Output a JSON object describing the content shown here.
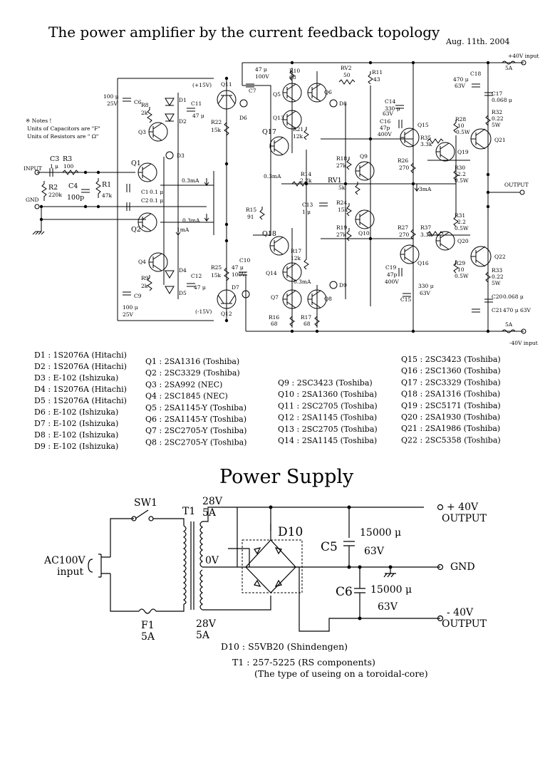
{
  "title": "The power amplifier by the current feedback topology",
  "date": "Aug. 11th. 2004",
  "notes": [
    "※ Notes !",
    "Units of Capacitors are \"F\"",
    "Units of Resistors are \" Ω\""
  ],
  "amp": {
    "rail_pos": "+40V input",
    "rail_neg": "-40V input",
    "fuse_rating": "5A",
    "input": "INPUT",
    "gnd": "GND",
    "output": "OUTPUT",
    "plus15": "(+15V)",
    "minus15": "(-15V)",
    "currents": {
      "i1": "0.3mA",
      "i2": "0.3mA",
      "i3": "1mA",
      "i4": "0.3mA",
      "i5": "3mA",
      "i6": "0.3mA"
    },
    "components": {
      "C3": "C3",
      "C3v": "1 μ",
      "R3": "R3",
      "R3v": "100",
      "R1": "R1",
      "R1v": "47k",
      "R2": "R2",
      "R2v": "220k",
      "C4": "C4",
      "C4v": "100p",
      "C1": "C1",
      "C1v": "0.1 μ",
      "C2": "C2",
      "C2v": "0.1 μ",
      "C6": "C6",
      "C6v": "100 μ",
      "C6u": "25V",
      "C9": "C9",
      "C9v": "100 μ",
      "C9u": "25V",
      "C11": "C11",
      "C11v": "47 μ",
      "C12": "C12",
      "C12v": "47 μ",
      "C7": "C7",
      "C7v": "47 μ",
      "C7u": "100V",
      "C10": "C10",
      "C10v": "47 μ",
      "C10u": "100V",
      "R8": "R8",
      "R8v": "2k",
      "R9": "R9",
      "R9v": "2k",
      "R22": "R22",
      "R22v": "15k",
      "R25": "R25",
      "R25v": "15k",
      "R10": "R10",
      "R10v": "68",
      "R11": "R11",
      "R11v": "43",
      "RV2": "RV2",
      "RV2v": "50",
      "R21": "R21",
      "R21v": "12k",
      "R17": "R17",
      "R17v": "12k",
      "R14": "R14",
      "R14v": "2.2k",
      "RV1": "RV1",
      "RV1v": "5k",
      "R15": "R15",
      "R15v": "91",
      "C13": "C13",
      "C13v": "1 μ",
      "R18": "R18",
      "R18v": "27k",
      "R24": "R24",
      "R24v": "15k",
      "R19": "R19",
      "R19v": "27k",
      "C14": "C14",
      "C14v": "330 μ",
      "C14u": "63V",
      "C15": "C15",
      "C15v": "330 μ",
      "C15u": "63V",
      "C16": "C16",
      "C16v": "47p",
      "C16u": "400V",
      "C19": "C19",
      "C19v": "47p",
      "C19u": "400V",
      "R26": "R26",
      "R26v": "270",
      "R27": "R27",
      "R27v": "270",
      "R35": "R35",
      "R35v": "3.3k",
      "R37": "R37",
      "R37v": "3.3k",
      "R28": "R28",
      "R28v": "10",
      "R28w": "0.5W",
      "R29": "R29",
      "R29v": "10",
      "R29w": "0.5W",
      "R30": "R30",
      "R30v": "2.2",
      "R30w": "0.5W",
      "R31": "R31",
      "R31v": "2.2",
      "R31w": "0.5W",
      "R32": "R32",
      "R32v": "0.22",
      "R32w": "5W",
      "R33": "R33",
      "R33v": "0.22",
      "R33w": "5W",
      "R16": "R16",
      "R16v": "68",
      "C18": "C18",
      "C18v": "470 μ",
      "C18u": "63V",
      "C17": "C17",
      "C17v": "0.068 μ",
      "C20": "C20",
      "C20v": "0.068 μ",
      "C21": "C21",
      "C21v": "470 μ 63V",
      "D1": "D1",
      "D2": "D2",
      "D3": "D3",
      "D4": "D4",
      "D5": "D5",
      "D6": "D6",
      "D7": "D7",
      "D8": "D8",
      "D9": "D9",
      "Q1": "Q1",
      "Q2": "Q2",
      "Q3": "Q3",
      "Q4": "Q4",
      "Q5": "Q5",
      "Q6": "Q6",
      "Q7": "Q7",
      "Q8": "Q8",
      "Q9": "Q9",
      "Q10": "Q10",
      "Q11": "Q11",
      "Q12": "Q12",
      "Q13": "Q13",
      "Q14": "Q14",
      "Q15": "Q15",
      "Q16": "Q16",
      "Q17": "Q17",
      "Q18": "Q18",
      "Q19": "Q19",
      "Q20": "Q20",
      "Q21": "Q21",
      "Q22": "Q22"
    }
  },
  "parts": {
    "diodes": [
      "D1 : 1S2076A (Hitachi)",
      "D2 : 1S2076A (Hitachi)",
      "D3 : E-102 (Ishizuka)",
      "D4 : 1S2076A (Hitachi)",
      "D5 : 1S2076A (Hitachi)",
      "D6 : E-102 (Ishizuka)",
      "D7 : E-102 (Ishizuka)",
      "D8 : E-102 (Ishizuka)",
      "D9 : E-102 (Ishizuka)"
    ],
    "q_col1": [
      "Q1 : 2SA1316 (Toshiba)",
      "Q2 : 2SC3329 (Toshiba)",
      "Q3 : 2SA992 (NEC)",
      "Q4 : 2SC1845 (NEC)",
      "Q5 : 2SA1145-Y (Toshiba)",
      "Q6 : 2SA1145-Y (Toshiba)",
      "Q7 : 2SC2705-Y (Toshiba)",
      "Q8 : 2SC2705-Y (Toshiba)"
    ],
    "q_col2": [
      "Q9 : 2SC3423 (Toshiba)",
      "Q10 : 2SA1360 (Toshiba)",
      "Q11 : 2SC2705 (Toshiba)",
      "Q12 : 2SA1145 (Toshiba)",
      "Q13 : 2SC2705 (Toshiba)",
      "Q14 : 2SA1145 (Toshiba)"
    ],
    "q_col3": [
      "Q15 : 2SC3423 (Toshiba)",
      "Q16 : 2SC1360 (Toshiba)",
      "Q17 : 2SC3329 (Toshiba)",
      "Q18 : 2SA1316 (Toshiba)",
      "Q19 : 2SC5171 (Toshiba)",
      "Q20 : 2SA1930 (Toshiba)",
      "Q21 : 2SA1986 (Toshiba)",
      "Q22 : 2SC5358 (Toshiba)"
    ]
  },
  "power_supply": {
    "title": "Power Supply",
    "sw1": "SW1",
    "t1": "T1",
    "sec_top_v": "28V",
    "sec_top_a": "5A",
    "sec_mid": "0V",
    "sec_bot_v": "28V",
    "sec_bot_a": "5A",
    "ac_input_1": "AC100V",
    "ac_input_2": "input",
    "f1": "F1",
    "f1_rating": "5A",
    "d10": "D10",
    "c5": "C5",
    "c5_value": "15000 μ",
    "c5_voltage": "63V",
    "c6": "C6",
    "c6_value": "15000 μ",
    "c6_voltage": "63V",
    "out_pos_1": "+ 40V",
    "out_pos_2": "OUTPUT",
    "gnd": "GND",
    "out_neg_1": "- 40V",
    "out_neg_2": "OUTPUT",
    "d10_part": "D10 : S5VB20 (Shindengen)",
    "t1_part": "T1 : 257-5225 (RS components)",
    "t1_note": "(The type of useing on a toroidal-core)"
  }
}
